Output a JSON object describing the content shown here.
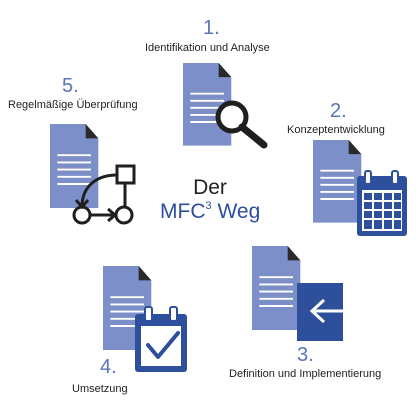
{
  "center": {
    "line1": "Der",
    "line2_prefix": "MFC",
    "line2_sup": "3",
    "line2_suffix": " Weg"
  },
  "steps": [
    {
      "number": "1.",
      "label": "Identifikation und Analyse",
      "icon": "magnifier-icon"
    },
    {
      "number": "2.",
      "label": "Konzeptentwicklung",
      "icon": "calendar-grid-icon"
    },
    {
      "number": "3.",
      "label": "Definition und Implementierung",
      "icon": "arrow-left-box-icon"
    },
    {
      "number": "4.",
      "label": "Umsetzung",
      "icon": "calendar-check-icon"
    },
    {
      "number": "5.",
      "label": "Regelmäßige Überprüfung",
      "icon": "flow-diagram-icon"
    }
  ],
  "colors": {
    "document": "#7d8fc9",
    "accent_dark": "#2e4f9c",
    "number": "#5a74b8",
    "icon_dark": "#1f1f1f"
  }
}
